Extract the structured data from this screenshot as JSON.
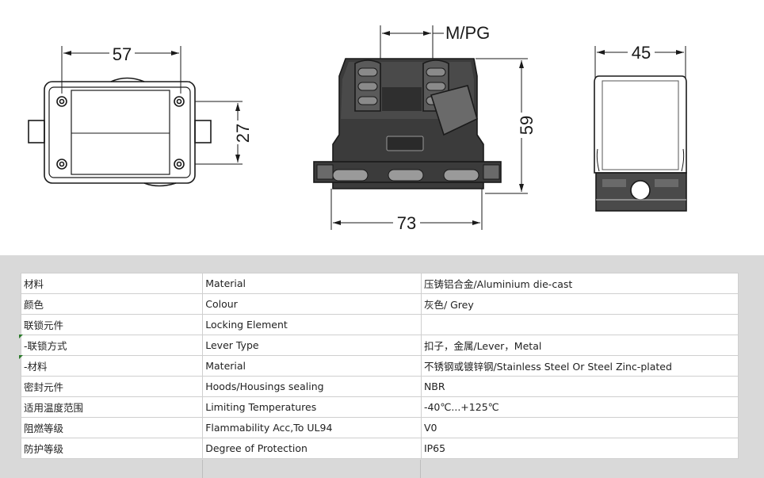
{
  "drawing": {
    "dim_width_top": "57",
    "dim_height_top": "27",
    "dim_thread": "M/PG",
    "dim_height_front": "59",
    "dim_width_front": "73",
    "dim_width_side": "45"
  },
  "table": {
    "rows": [
      {
        "zh": "材料",
        "en": "Material",
        "value": "压铸铝合金/Aluminium die-cast"
      },
      {
        "zh": "颜色",
        "en": "Colour",
        "value": "灰色/ Grey"
      },
      {
        "zh": "联锁元件",
        "en": "Locking Element",
        "value": ""
      },
      {
        "zh": "-联锁方式",
        "en": "Lever Type",
        "value": "扣子，金属/Lever，Metal"
      },
      {
        "zh": "-材料",
        "en": "Material",
        "value": "不锈钢或镀锌钢/Stainless Steel Or Steel Zinc-plated"
      },
      {
        "zh": "密封元件",
        "en": "Hoods/Housings sealing",
        "value": "NBR"
      },
      {
        "zh": "适用温度范围",
        "en": "Limiting Temperatures",
        "value": "-40℃...+125℃"
      },
      {
        "zh": "阻燃等级",
        "en": "Flammability Acc,To UL94",
        "value": "V0"
      },
      {
        "zh": "防护等级",
        "en": "Degree of Protection",
        "value": "IP65"
      }
    ]
  }
}
